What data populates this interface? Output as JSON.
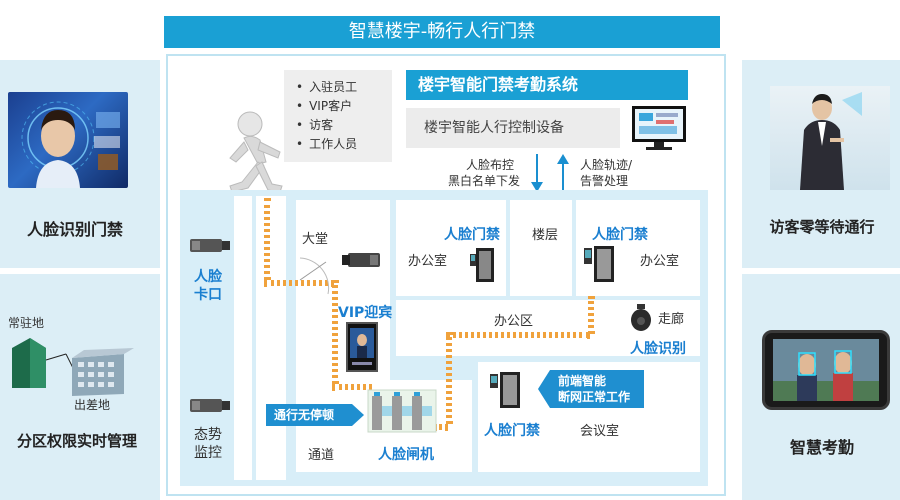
{
  "main_title": "智慧楼宇-畅行人行门禁",
  "left_panel": {
    "face_access_title": "人脸识别门禁",
    "partition_title": "分区权限实时管理",
    "resident_label": "常驻地",
    "business_trip_label": "出差地"
  },
  "right_panel": {
    "visitor_title": "访客零等待通行",
    "attendance_title": "智慧考勤"
  },
  "personnel_types": [
    "入驻员工",
    "VIP客户",
    "访客",
    "工作人员"
  ],
  "system": {
    "title": "楼宇智能门禁考勤系统",
    "device": "楼宇智能人行控制设备",
    "down_label_1": "人脸布控",
    "down_label_2": "黑白名单下发",
    "up_label_1": "人脸轨迹/",
    "up_label_2": "告警处理"
  },
  "diagram": {
    "face_checkpoint_1": "人脸",
    "face_checkpoint_2": "卡口",
    "situation_1": "态势",
    "situation_2": "监控",
    "lobby": "大堂",
    "vip_welcome": "VIP迎宾",
    "face_door_left": "人脸门禁",
    "office_left": "办公室",
    "floor": "楼层",
    "face_door_right": "人脸门禁",
    "office_right": "办公室",
    "office_area": "办公区",
    "corridor": "走廊",
    "face_recognition": "人脸识别",
    "offline_callout_1": "前端智能",
    "offline_callout_2": "断网正常工作",
    "face_door_meeting": "人脸门禁",
    "meeting_room": "会议室",
    "nonstop_callout": "通行无停顿",
    "passage": "通道",
    "face_gate": "人脸闸机"
  },
  "colors": {
    "accent_blue": "#1aa0d4",
    "label_blue": "#1a7fd0",
    "path_orange": "#f0a23c",
    "panel_bg": "#dceef6"
  }
}
